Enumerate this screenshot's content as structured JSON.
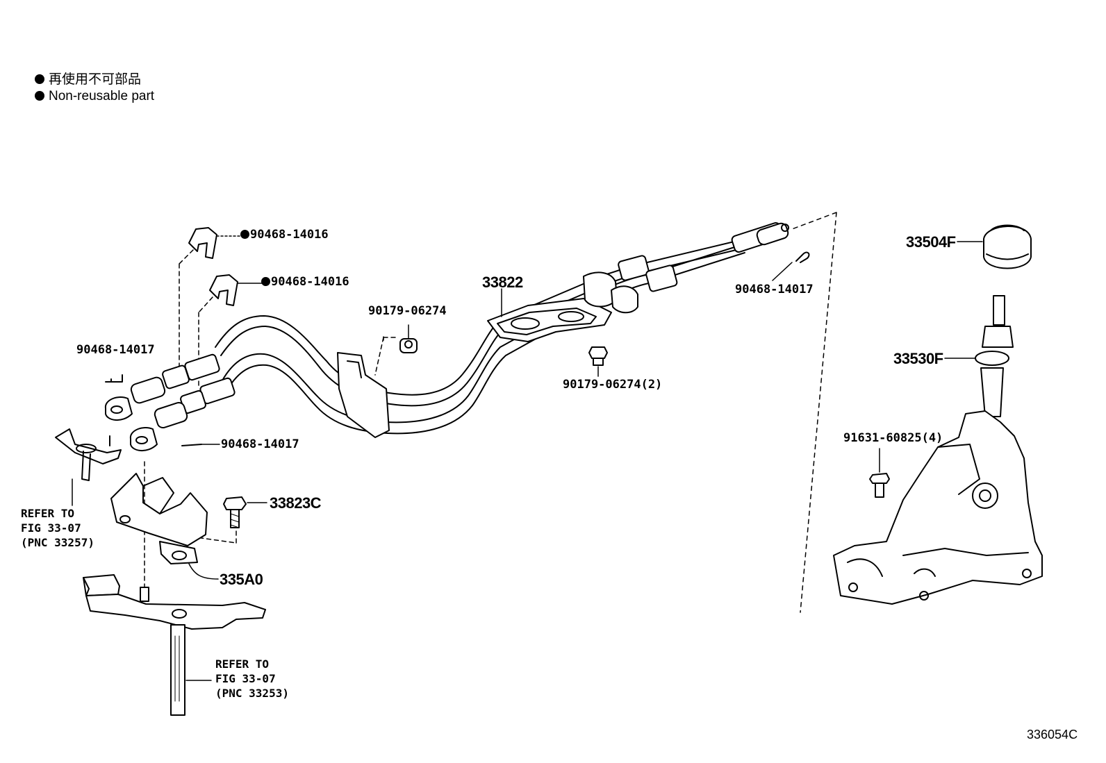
{
  "legend": [
    {
      "marker": "filled-circle-icon",
      "text": "再使用不可部品"
    },
    {
      "marker": "filled-circle-icon",
      "text": "Non-reusable part"
    }
  ],
  "callouts": {
    "clip_a": "90468-14016",
    "clip_b": "90468-14016",
    "clip_left": "90468-14017",
    "clip_mid": "90468-14017",
    "clip_right": "90468-14017",
    "grommet": "90179-06274",
    "cable": "33822",
    "nut": "90179-06274(2)",
    "bolt": "33823C",
    "bracket": "335A0",
    "knob": "33504F",
    "lever": "33530F",
    "screw": "91631-60825(4)"
  },
  "refer_1": {
    "line1": "REFER TO",
    "line2": "FIG 33-07",
    "line3": "(PNC 33257)"
  },
  "refer_2": {
    "line1": "REFER TO",
    "line2": "FIG 33-07",
    "line3": "(PNC 33253)"
  },
  "figure_id": "336054C"
}
